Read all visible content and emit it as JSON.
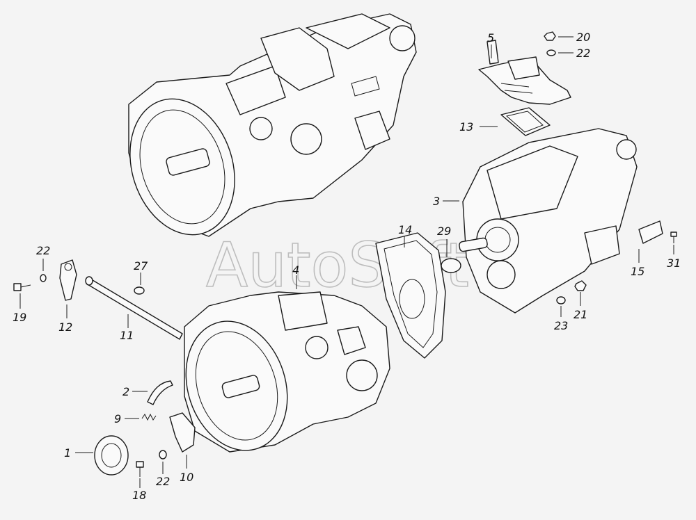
{
  "watermark": "AutoSoft",
  "callouts": [
    {
      "id": "c1",
      "text": "1"
    },
    {
      "id": "c2",
      "text": "2"
    },
    {
      "id": "c3",
      "text": "3"
    },
    {
      "id": "c4",
      "text": "4"
    },
    {
      "id": "c5",
      "text": "5"
    },
    {
      "id": "c9",
      "text": "9"
    },
    {
      "id": "c10",
      "text": "10"
    },
    {
      "id": "c11",
      "text": "11"
    },
    {
      "id": "c12",
      "text": "12"
    },
    {
      "id": "c13",
      "text": "13"
    },
    {
      "id": "c14",
      "text": "14"
    },
    {
      "id": "c15",
      "text": "15"
    },
    {
      "id": "c18",
      "text": "18"
    },
    {
      "id": "c19",
      "text": "19"
    },
    {
      "id": "c20",
      "text": "20"
    },
    {
      "id": "c21",
      "text": "21"
    },
    {
      "id": "c22a",
      "text": "22"
    },
    {
      "id": "c22b",
      "text": "22"
    },
    {
      "id": "c22c",
      "text": "22"
    },
    {
      "id": "c23",
      "text": "23"
    },
    {
      "id": "c27",
      "text": "27"
    },
    {
      "id": "c29",
      "text": "29"
    },
    {
      "id": "c31",
      "text": "31"
    }
  ]
}
